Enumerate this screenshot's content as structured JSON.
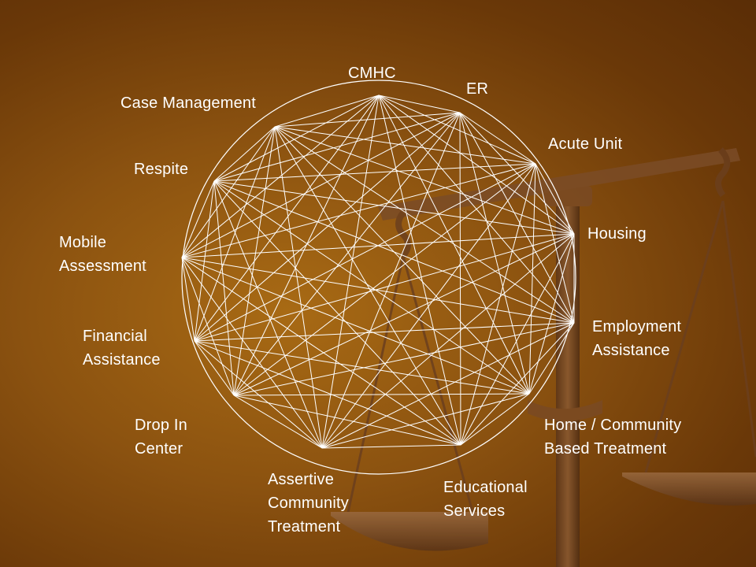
{
  "diagram": {
    "nodes": [
      {
        "id": "cmhc",
        "label": "CMHC"
      },
      {
        "id": "er",
        "label": "ER"
      },
      {
        "id": "acute",
        "label": "Acute Unit"
      },
      {
        "id": "housing",
        "label": "Housing"
      },
      {
        "id": "employment",
        "label": "Employment\nAssistance"
      },
      {
        "id": "home",
        "label": "Home / Community\nBased Treatment"
      },
      {
        "id": "educational",
        "label": "Educational\nServices"
      },
      {
        "id": "act",
        "label": "Assertive\nCommunity\nTreatment"
      },
      {
        "id": "dropin",
        "label": "Drop In\nCenter"
      },
      {
        "id": "financial",
        "label": "Financial\nAssistance"
      },
      {
        "id": "mobile",
        "label": "Mobile\nAssessment"
      },
      {
        "id": "respite",
        "label": "Respite"
      },
      {
        "id": "case",
        "label": "Case Management"
      }
    ],
    "connections": "all nodes interconnected",
    "colors": {
      "lines": "#ffffff",
      "text": "#ffffff",
      "background_dark": "#5a2d06",
      "background_light": "#a86a14",
      "scale": "#6b3f1e"
    },
    "background_icon": "scales-of-justice-icon"
  }
}
